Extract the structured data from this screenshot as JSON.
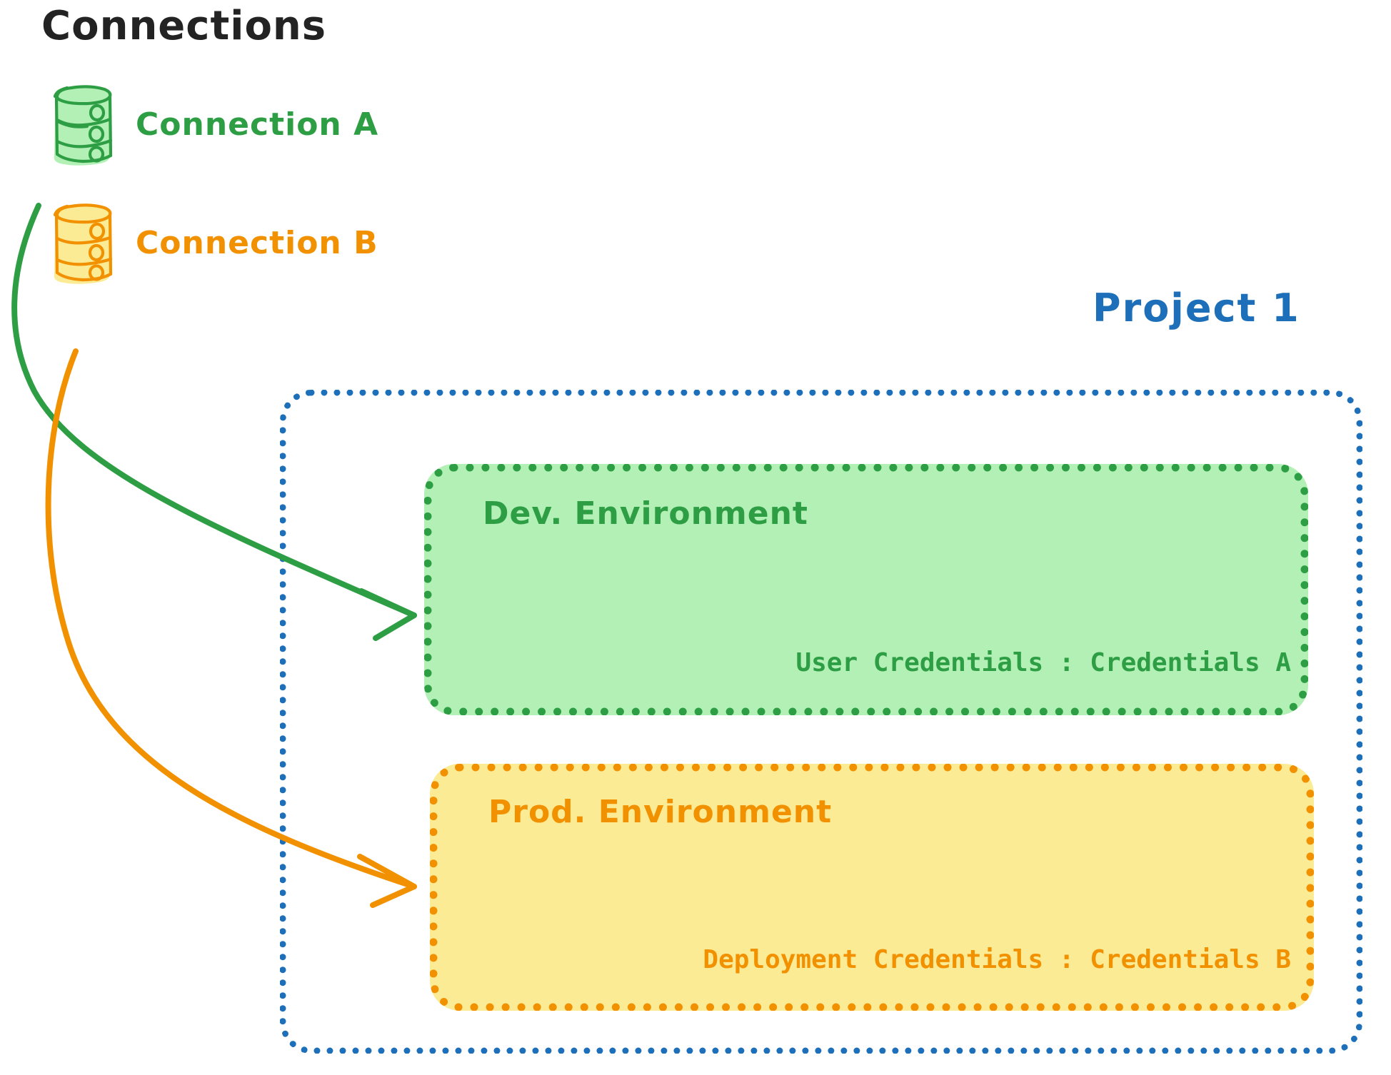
{
  "page": {
    "background": "#ffffff",
    "title": "Connections"
  },
  "colors": {
    "title_text": "#232323",
    "green_stroke": "#2E9E45",
    "green_fill": "#B2F0B6",
    "orange_stroke": "#F29100",
    "orange_fill": "#FCEB95",
    "blue_stroke": "#1C6FB8"
  },
  "connections": {
    "heading": "Connections",
    "items": [
      {
        "label": "Connection A",
        "color": "#2E9E45",
        "icon": "database-icon"
      },
      {
        "label": "Connection B",
        "color": "#F29100",
        "icon": "database-icon"
      }
    ]
  },
  "project": {
    "label": "Project 1",
    "color": "#1C6FB8",
    "environments": [
      {
        "title": "Dev. Environment",
        "color": "#2E9E45",
        "fill": "#B2F0B6",
        "credential_label": "User Credentials",
        "credential_separator": ":",
        "credential_value": "Credentials A",
        "credential_line": "User Credentials : Credentials A"
      },
      {
        "title": "Prod. Environment",
        "color": "#F29100",
        "fill": "#FCEB95",
        "credential_label": "Deployment Credentials",
        "credential_separator": ":",
        "credential_value": "Credentials B",
        "credential_line": "Deployment Credentials : Credentials B"
      }
    ]
  },
  "arrows": [
    {
      "name": "connection-a-to-dev-environment",
      "color": "#2E9E45",
      "from": "Connection A",
      "to": "Dev. Environment"
    },
    {
      "name": "connection-b-to-prod-environment",
      "color": "#F29100",
      "from": "Connection B",
      "to": "Prod. Environment"
    }
  ]
}
